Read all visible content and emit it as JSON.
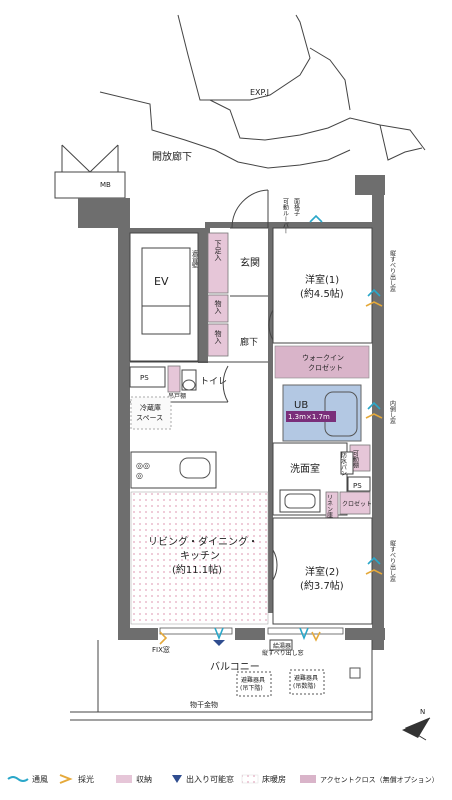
{
  "colors": {
    "wall": "#6e6e6e",
    "storage": "#e6c6d8",
    "accent_cross": "#d9b4c9",
    "floor_heating": "#e9b8c8",
    "ventilation": "#2aa7c9",
    "daylight": "#e5a93a",
    "entry_window": "#2f4d8f",
    "unit_bath_fill": "#b3c8e3",
    "unit_bath_badge": "#7a2f7a"
  },
  "labels": {
    "expj": "EXP.J",
    "corridor": "開放廊下",
    "mb": "MB",
    "ev": "EV",
    "shoe_storage": "下足入",
    "sound_wall": "遮音壁",
    "genkan": "玄関",
    "storage_1": "物入",
    "storage_2": "物入",
    "hallway": "廊下",
    "ps_top": "PS",
    "toilet": "トイレ",
    "hanging_shelf": "吊戸棚",
    "fridge_space": "冷蔵庫\nスペース",
    "walkin": "ウォークイン\nクロゼット",
    "ub": "UB",
    "ub_size": "1.3m×1.7m",
    "western1": "洋室(1)\n(約4.5帖)",
    "louver": "可動ルーバー\n面格子",
    "window_right_top": "縦すべり出し窓",
    "window_right_mid": "内倒し窓",
    "window_right_bottom": "縦すべり出し窓",
    "washroom": "洗面室",
    "movable_shelf": "可動棚",
    "waterproof_pan": "防水パン",
    "ps_mid": "PS",
    "linen": "リネン庫",
    "closet": "クロゼット",
    "ldk": "リビング・ダイニング・\nキッチン\n(約11.1帖)",
    "western2": "洋室(2)\n(約3.7帖)",
    "fix_window": "FIX窓",
    "sliding_window": "縦すべり出し窓",
    "aircon_unit": "給湯器",
    "balcony": "バルコニー",
    "evac1": "避難器具\n(吊下階)",
    "evac2": "避難器具\n(吊数階)",
    "drying": "物干金物",
    "compass": "N"
  },
  "legend": [
    {
      "name": "ventilation",
      "label": "通風"
    },
    {
      "name": "daylight",
      "label": "採光"
    },
    {
      "name": "storage",
      "label": "収納"
    },
    {
      "name": "entry-window",
      "label": "出入り可能窓"
    },
    {
      "name": "floor-heating",
      "label": "床暖房"
    },
    {
      "name": "accent-cross",
      "label": "アクセントクロス（無償オプション）"
    }
  ]
}
